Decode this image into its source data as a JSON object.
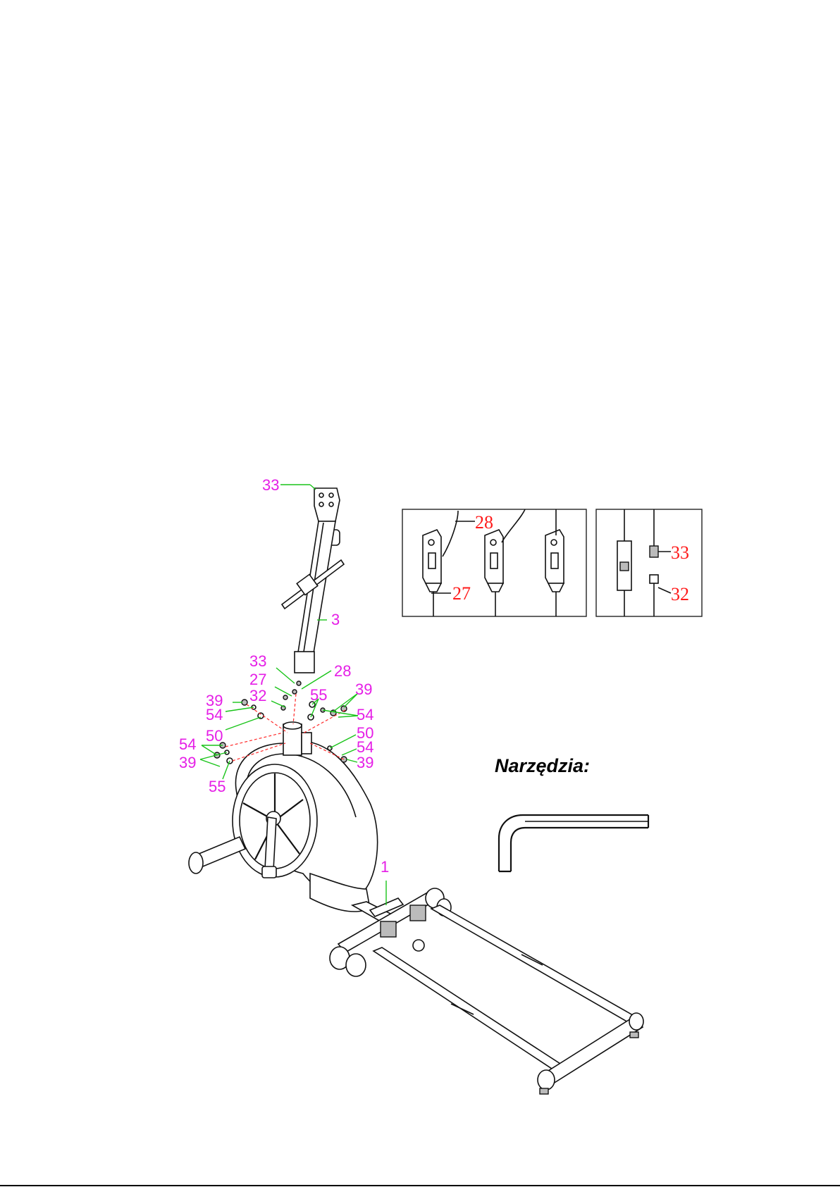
{
  "tools": {
    "title": "Narzędzia:",
    "icon": "allen-key-icon"
  },
  "callouts_main": {
    "c33_top": "33",
    "c3": "3",
    "c33": "33",
    "c28": "28",
    "c27": "27",
    "c32": "32",
    "c39_l1": "39",
    "c54_l1": "54",
    "c50_l": "50",
    "c54_l2": "54",
    "c39_l2": "39",
    "c55_l": "55",
    "c55_r": "55",
    "c39_r1": "39",
    "c54_r1": "54",
    "c50_r": "50",
    "c54_r2": "54",
    "c39_r2": "39",
    "c1": "1"
  },
  "detail_left": {
    "c28": "28",
    "c27": "27"
  },
  "detail_right": {
    "c33": "33",
    "c32": "32"
  },
  "colors": {
    "callout": "#e51ee6",
    "detail_callout": "#ff1a1a",
    "leader": "#19c419",
    "guide": "#ff2a2a"
  }
}
